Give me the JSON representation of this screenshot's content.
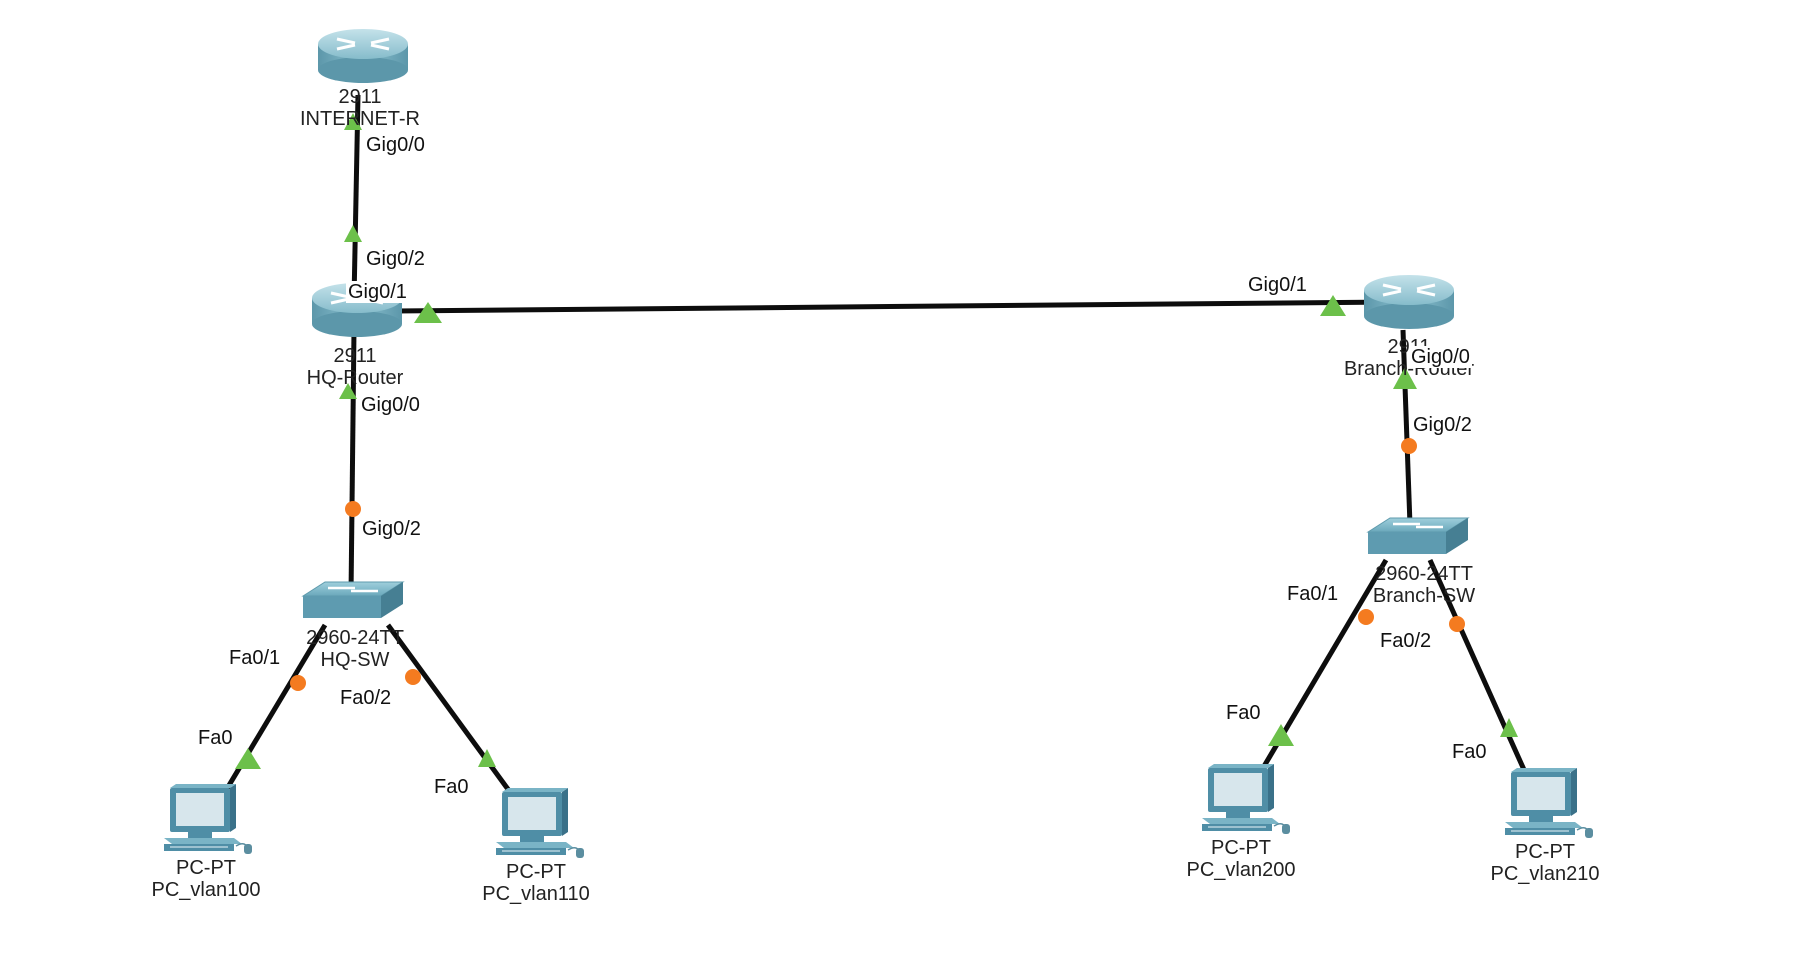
{
  "colors": {
    "link": "#0d0d0d",
    "link_up": "#6cc04a",
    "link_orange": "#f47b20",
    "router_body": "#7db3c4",
    "router_top": "#a9d3df",
    "switch_body": "#5e9bb0",
    "switch_top": "#8cc2d2",
    "pc_body": "#4f8ea6",
    "pc_screen": "#d7e6ec"
  },
  "devices": {
    "internet_router": {
      "model": "2911",
      "name": "INTERNET-R",
      "icon": "router-icon"
    },
    "hq_router": {
      "model": "2911",
      "name": "HQ-Router",
      "icon": "router-icon"
    },
    "branch_router": {
      "model": "2911",
      "name": "Branch-Router",
      "icon": "router-icon"
    },
    "hq_switch": {
      "model": "2960-24TT",
      "name": "HQ-SW",
      "icon": "switch-icon"
    },
    "branch_switch": {
      "model": "2960-24TT",
      "name": "Branch-SW",
      "icon": "switch-icon"
    },
    "pc_vlan100": {
      "model": "PC-PT",
      "name": "PC_vlan100",
      "icon": "pc-icon"
    },
    "pc_vlan110": {
      "model": "PC-PT",
      "name": "PC_vlan110",
      "icon": "pc-icon"
    },
    "pc_vlan200": {
      "model": "PC-PT",
      "name": "PC_vlan200",
      "icon": "pc-icon"
    },
    "pc_vlan210": {
      "model": "PC-PT",
      "name": "PC_vlan210",
      "icon": "pc-icon"
    }
  },
  "ports": {
    "internet_gig00": "Gig0/0",
    "hq_gig02_up": "Gig0/2",
    "hq_gig01": "Gig0/1",
    "hq_gig00": "Gig0/0",
    "hqsw_gig02": "Gig0/2",
    "hqsw_fa01": "Fa0/1",
    "hqsw_fa02": "Fa0/2",
    "pc100_fa0": "Fa0",
    "pc110_fa0": "Fa0",
    "branch_gig01": "Gig0/1",
    "branch_gig00": "Gig0/0",
    "brsw_gig02": "Gig0/2",
    "brsw_fa01": "Fa0/1",
    "brsw_fa02": "Fa0/2",
    "pc200_fa0": "Fa0",
    "pc210_fa0": "Fa0"
  },
  "links": [
    {
      "from": "INTERNET-R Gig0/0",
      "to": "HQ-Router Gig0/2",
      "state_a": "up",
      "state_b": "up"
    },
    {
      "from": "HQ-Router Gig0/1",
      "to": "Branch-Router Gig0/1",
      "state_a": "up",
      "state_b": "up"
    },
    {
      "from": "HQ-Router Gig0/0",
      "to": "HQ-SW Gig0/2",
      "state_a": "up",
      "state_b": "orange"
    },
    {
      "from": "HQ-SW Fa0/1",
      "to": "PC_vlan100 Fa0",
      "state_a": "orange",
      "state_b": "up"
    },
    {
      "from": "HQ-SW Fa0/2",
      "to": "PC_vlan110 Fa0",
      "state_a": "orange",
      "state_b": "up"
    },
    {
      "from": "Branch-Router Gig0/0",
      "to": "Branch-SW Gig0/2",
      "state_a": "up",
      "state_b": "orange"
    },
    {
      "from": "Branch-SW Fa0/1",
      "to": "PC_vlan200 Fa0",
      "state_a": "orange",
      "state_b": "up"
    },
    {
      "from": "Branch-SW Fa0/2",
      "to": "PC_vlan210 Fa0",
      "state_a": "orange",
      "state_b": "up"
    }
  ]
}
